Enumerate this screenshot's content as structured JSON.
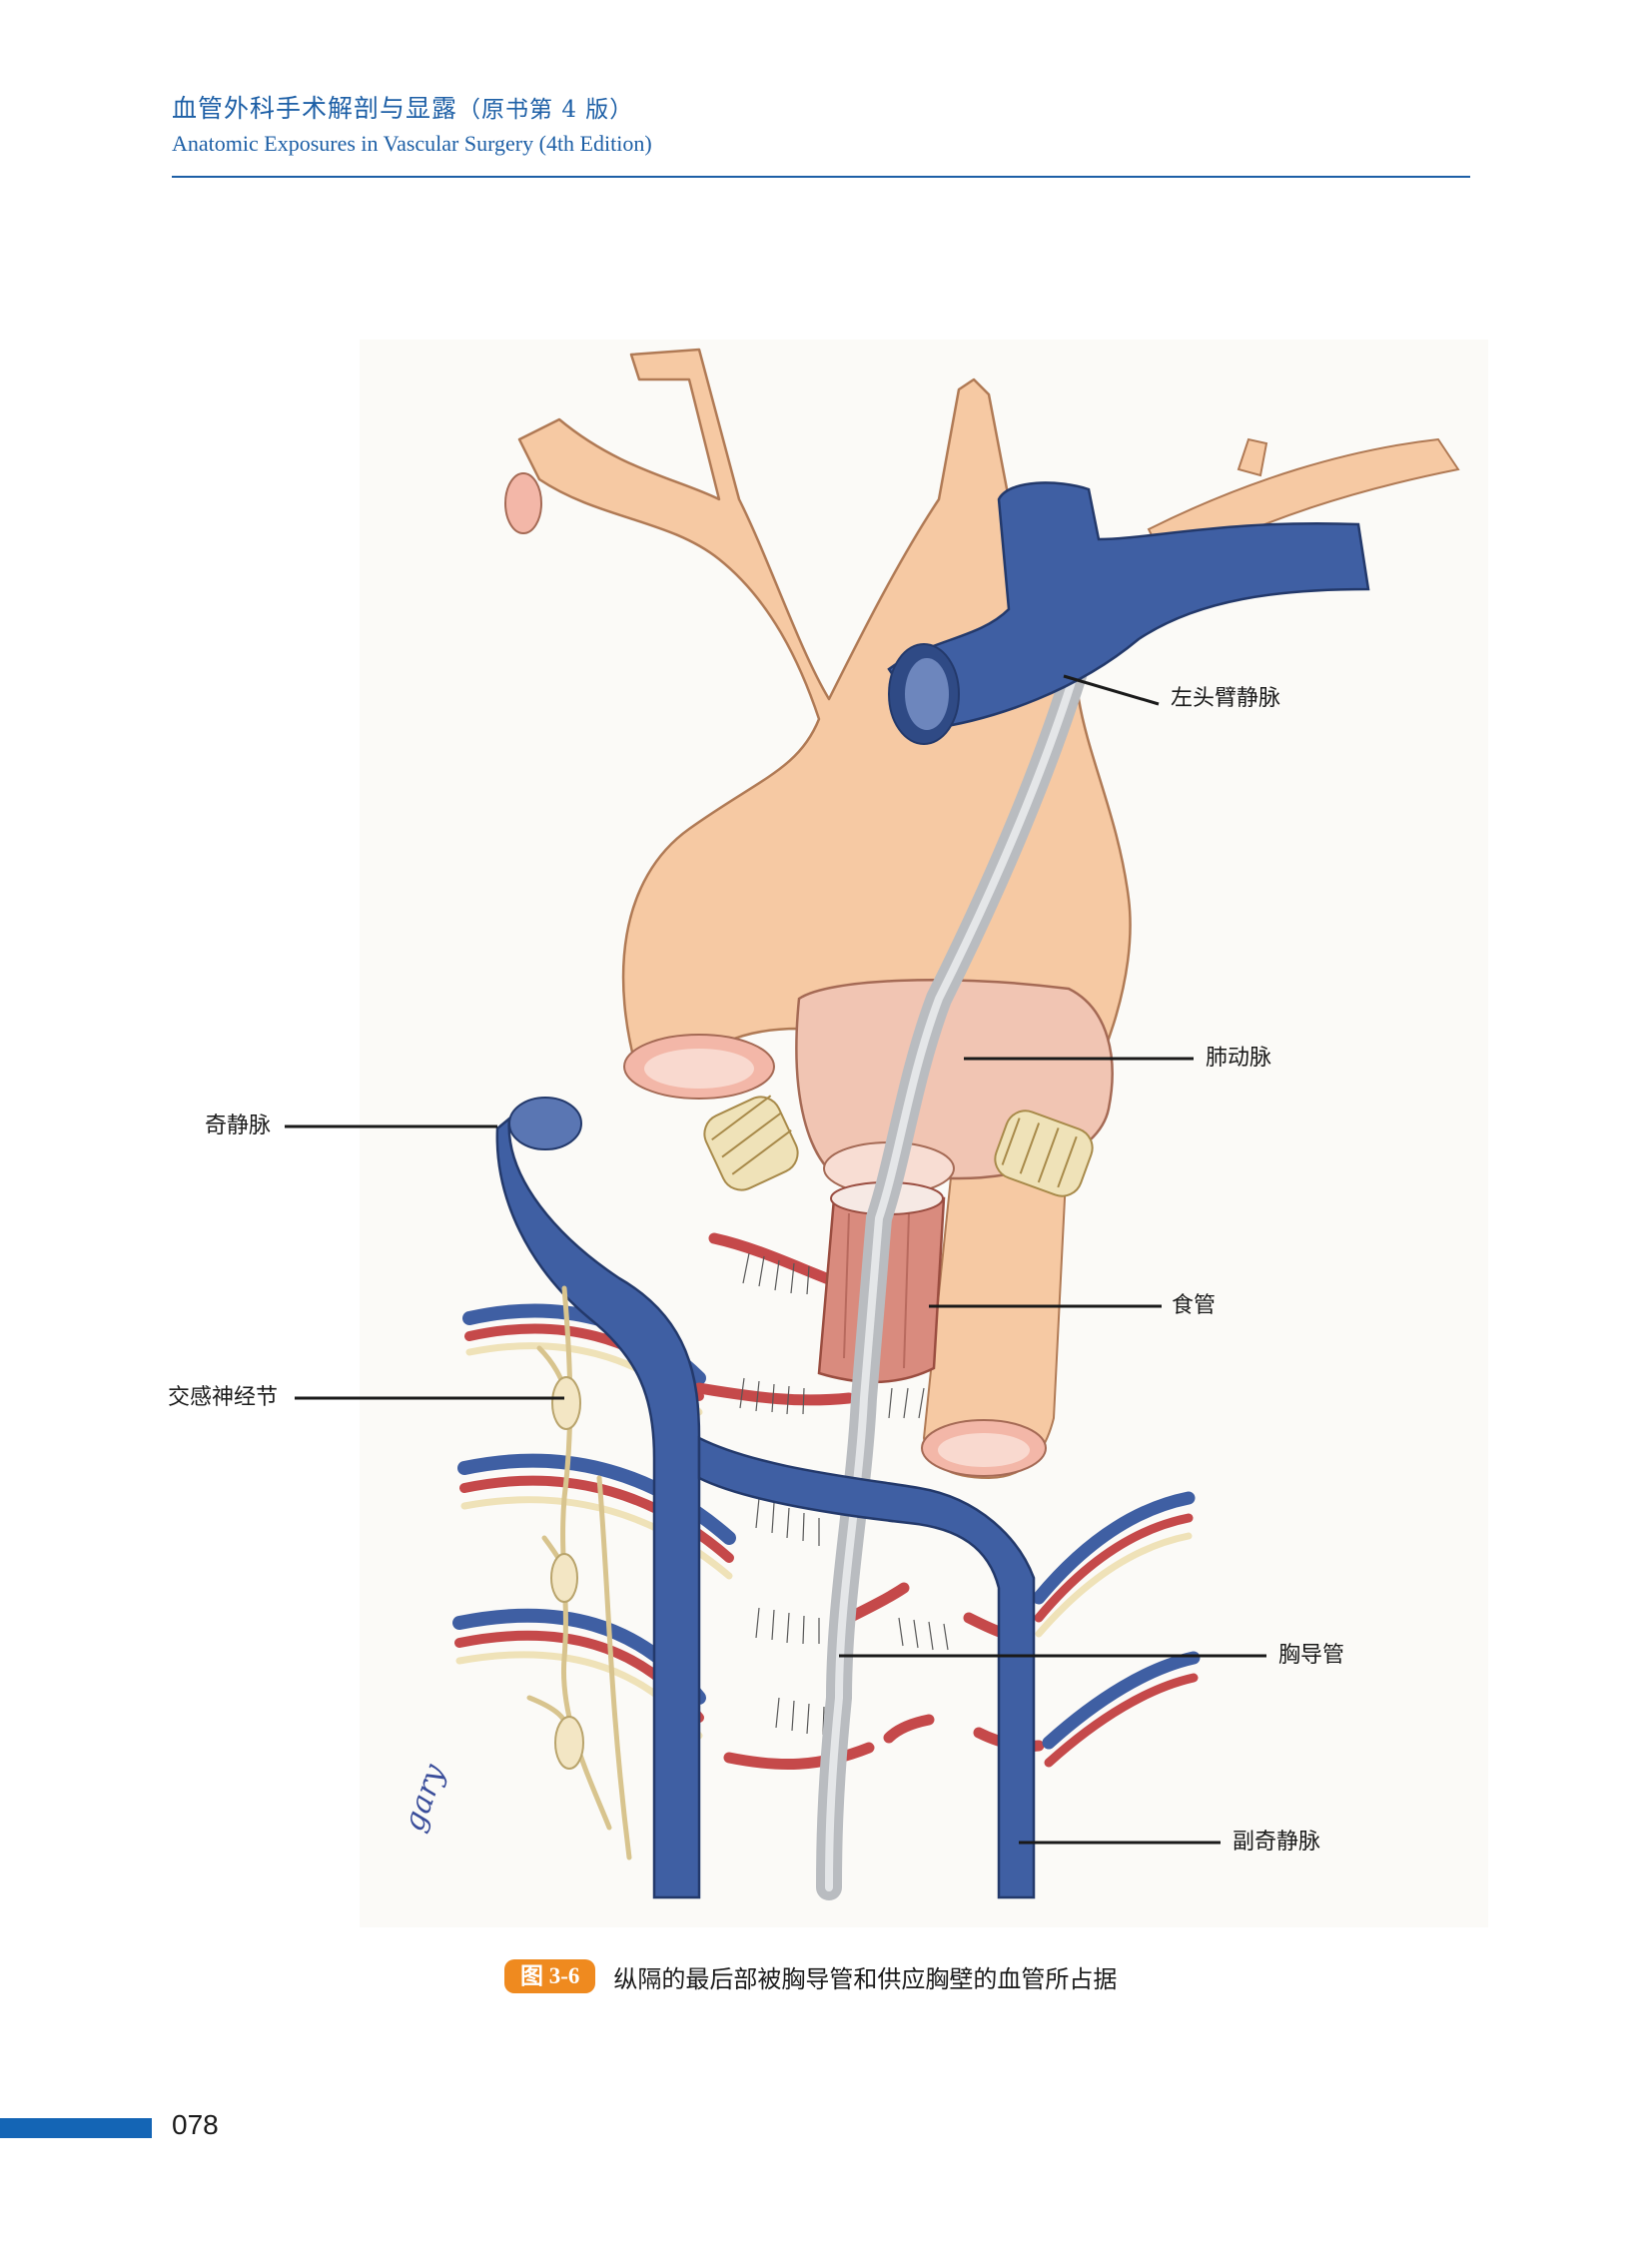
{
  "header": {
    "title_cn": "血管外科手术解剖与显露",
    "edition_cn": "（原书第 4 版）",
    "title_en": "Anatomic Exposures in Vascular Surgery (4th Edition)"
  },
  "labels": {
    "left_brachiocephalic_vein": "左头臂静脉",
    "pulmonary_artery": "肺动脉",
    "azygos_vein": "奇静脉",
    "esophagus": "食管",
    "sympathetic_ganglion": "交感神经节",
    "thoracic_duct": "胸导管",
    "hemiazygos_vein": "副奇静脉"
  },
  "caption": {
    "figure_number": "图 3-6",
    "text": "纵隔的最后部被胸导管和供应胸壁的血管所占据"
  },
  "page_number": "078",
  "colors": {
    "header_blue": "#1d5fa6",
    "badge_orange": "#ef8a1f",
    "page_bar_blue": "#1465b5",
    "artery_peach": "#f6c9a3",
    "vein_blue": "#3f5fa3",
    "intercostal_red": "#c5494a",
    "duct_gray": "#b9bcc0",
    "nerve_cream": "#efe2b8"
  }
}
